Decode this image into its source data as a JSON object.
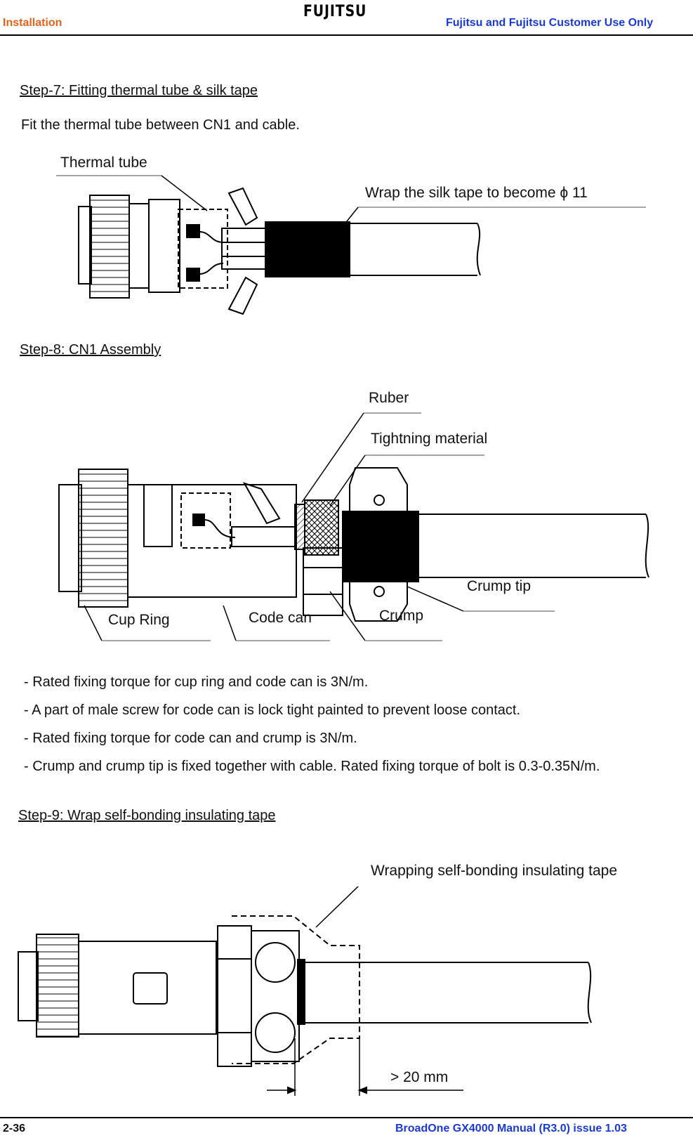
{
  "header": {
    "section": "Installation",
    "brand": "FUJITSU",
    "audience": "Fujitsu and Fujitsu Customer Use Only"
  },
  "step7": {
    "title": "Step-7: Fitting thermal tube & silk tape",
    "instruction": "Fit the thermal tube between CN1 and cable.",
    "label_thermal_tube": "Thermal tube",
    "label_silk_tape": "Wrap the silk tape to become  ϕ 11"
  },
  "step8": {
    "title": "Step-8: CN1 Assembly",
    "label_ruber": "Ruber",
    "label_tightning": "Tightning material",
    "label_crump_tip": "Crump tip",
    "label_cup_ring": "Cup Ring",
    "label_code_can": "Code can",
    "label_crump": "Crump",
    "notes": [
      "- Rated fixing torque for cup ring and code can is 3N/m.",
      "- A part of male screw for code can is lock tight painted to prevent loose contact.",
      "- Rated fixing torque for code can and crump is 3N/m.",
      "- Crump and crump tip is fixed together with cable. Rated fixing torque of bolt is 0.3-0.35N/m."
    ]
  },
  "step9": {
    "title": "Step-9: Wrap self-bonding insulating tape",
    "label_wrapping": "Wrapping self-bonding insulating tape",
    "label_dimension": "> 20 mm"
  },
  "footer": {
    "page": "2-36",
    "manual": "BroadOne GX4000 Manual (R3.0) issue 1.03"
  }
}
